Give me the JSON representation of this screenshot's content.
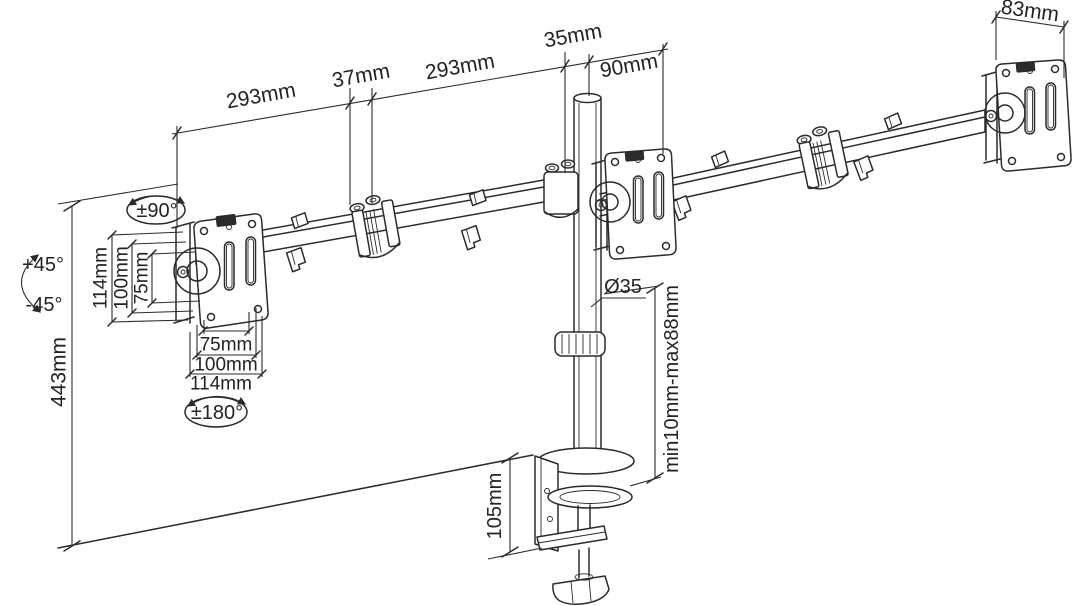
{
  "diagram": {
    "kind": "technical-dimension-drawing",
    "subject": "Triple monitor desk mount arm with clamp",
    "line_color": "#2b2b2b",
    "background_color": "#ffffff"
  },
  "labels": {
    "arm_span_left": "293mm",
    "joint_width": "37mm",
    "arm_span_right": "293mm",
    "pole_top_offset": "35mm",
    "head_offset": "90mm",
    "right_plate_depth": "83mm",
    "vesa_height_outer": "114mm",
    "vesa_height_mid": "100mm",
    "vesa_height_inner": "75mm",
    "vesa_width_inner": "75mm",
    "vesa_width_mid": "100mm",
    "vesa_width_outer": "114mm",
    "total_height": "443mm",
    "clamp_height": "105mm",
    "pole_diameter": "Ø35",
    "desk_thickness_range": "min10mm-max88mm",
    "swivel_range": "±90°",
    "rotation_range": "±180°",
    "tilt_up": "+45°",
    "tilt_down": "-45°"
  }
}
